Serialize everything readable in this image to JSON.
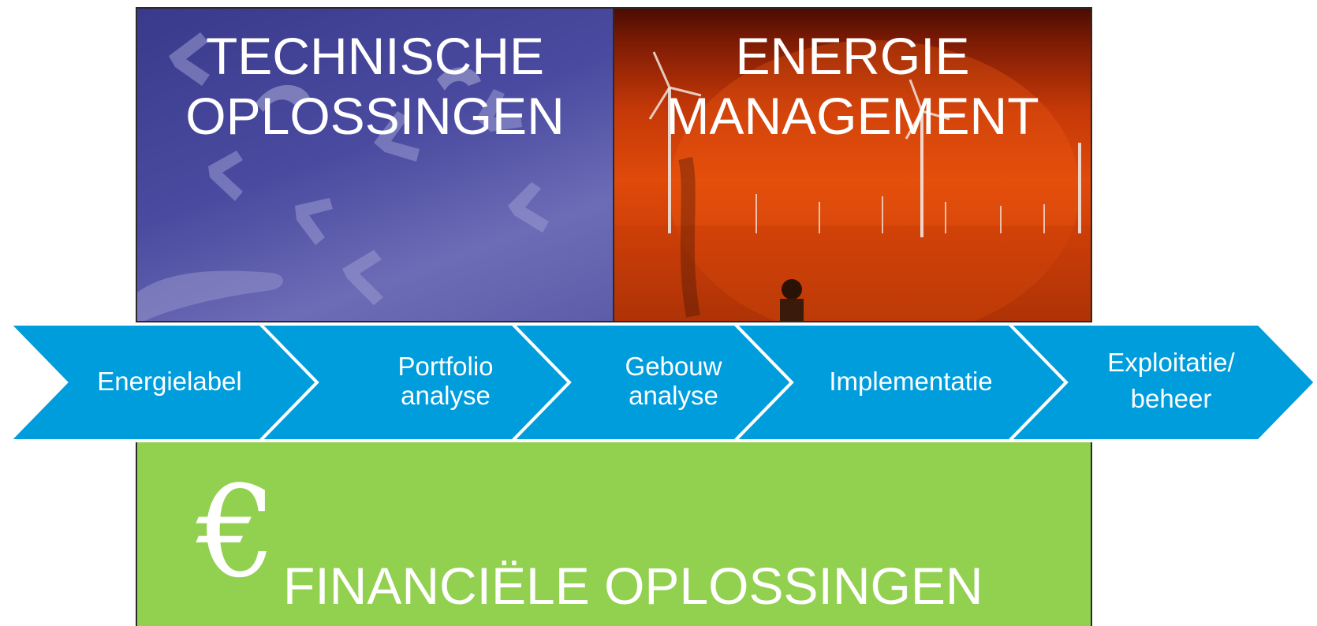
{
  "panels": {
    "technical": {
      "line1": "TECHNISCHE",
      "line2": "OPLOSSINGEN",
      "color": "#3f3f96"
    },
    "energy": {
      "line1": "ENERGIE",
      "line2": "MANAGEMENT",
      "color": "#d9470a"
    },
    "financial": {
      "symbol": "€",
      "title": "FINANCIËLE OPLOSSINGEN",
      "color": "#92d050"
    }
  },
  "process": {
    "color": "#009ddc",
    "steps": [
      {
        "line1": "Energielabel",
        "line2": ""
      },
      {
        "line1": "Portfolio",
        "line2": "analyse"
      },
      {
        "line1": "Gebouw",
        "line2": "analyse"
      },
      {
        "line1": "Implementatie",
        "line2": ""
      },
      {
        "line1": "Exploitatie/",
        "line2": "beheer"
      }
    ]
  }
}
